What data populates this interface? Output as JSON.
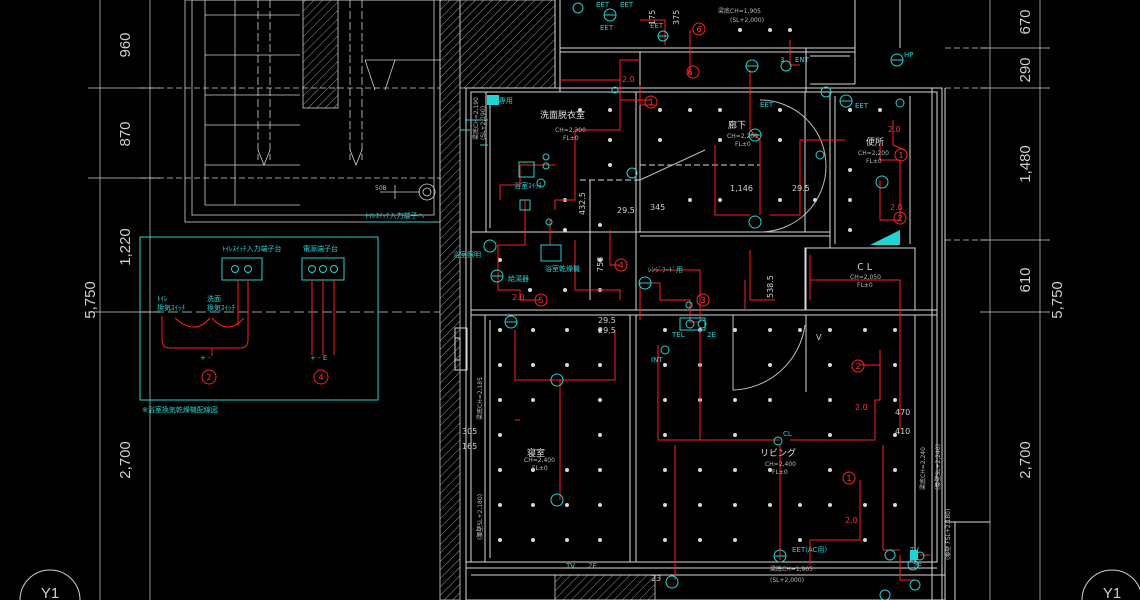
{
  "dimensions": {
    "left": {
      "total": "5,750",
      "d1": "960",
      "d2": "870",
      "d3": "1,220",
      "d4": "2,700"
    },
    "right": {
      "total": "5,750",
      "d1": "670",
      "d2": "290",
      "d3": "1,480",
      "d4": "610",
      "d5": "2,700"
    },
    "inner": {
      "d_1146": "1,146",
      "d_29a": "29.5",
      "d_29b": "29.5",
      "d_29c": "29.5",
      "d_29d": "29.5",
      "d_345": "345",
      "d_432": "432.5",
      "d_758": "758",
      "d_538": "538.5",
      "d_470": "470",
      "d_410": "410",
      "d_305": "305",
      "d_165": "165",
      "d_23": "23",
      "d_175": "175",
      "d_375": "375"
    }
  },
  "grid": {
    "bubble_left": "Y1",
    "bubble_right": "Y1"
  },
  "rooms": {
    "washroom": {
      "name": "洗面脱衣室",
      "ch": "CH=2,300",
      "fl": "FL±0"
    },
    "hallway": {
      "name": "廊下",
      "ch": "CH=2,200",
      "fl": "FL±0"
    },
    "toilet": {
      "name": "便所",
      "ch": "CH=2,200",
      "fl": "FL±0"
    },
    "closet": {
      "name": "ＣＬ",
      "ch": "CH=2,050",
      "fl": "FL±0"
    },
    "bedroom": {
      "name": "寝室",
      "ch": "CH=2,400",
      "fl": "FL±0"
    },
    "living": {
      "name": "リビング",
      "ch": "CH=2,400",
      "fl": "FL±0"
    },
    "top": {
      "line1": "梁底CH=1,905",
      "line2": "(SL+2,000)"
    },
    "bottom": {
      "line1": "梁底CH=1,965",
      "line2": "(SL+2,000)"
    }
  },
  "labels": {
    "bath_switch": "浴室ｽｲｯﾁ",
    "bath_dryer": "浴室乾燥機",
    "bath_light": "浴室照明",
    "water_heater": "給湯器",
    "range_hood": "ﾚﾝｼﾞﾌｰﾄﾞ用",
    "tel": "TEL",
    "int": "INT",
    "cl_marker": "CL",
    "eet": "EET",
    "eet_ac": "EET(AC用)",
    "ws_dedicated": "W専用",
    "toilet_terminal": "ﾄｲﾚｽｲｯﾁ入力端子へ",
    "ent": "ENT",
    "hp": "HP",
    "tv": "TV",
    "two_e": "2E",
    "fifty_b": "50B",
    "v_mark": "V",
    "three": "3",
    "val_20a": "2.0",
    "val_20b": "2.0",
    "val_20c": "2.0",
    "val_20d": "2.0",
    "val_20e": "2.0",
    "val_20f": "2.0"
  },
  "legend": {
    "toilet_input": "ﾄｲﾚｽｲｯﾁ入力端子台",
    "power_terminal": "電源端子台",
    "toilet_switch_l1": "ﾄｲﾚ",
    "toilet_switch_l2": "換気ｽｲｯﾁ",
    "wash_switch_l1": "洗面",
    "wash_switch_l2": "換気ｽｲｯﾁ",
    "pm_left": "+  -",
    "pm_right": "+  -  E",
    "circle2": "2",
    "circle4": "4",
    "note": "※浴室換気乾燥機配線図"
  },
  "circuit_numbers": [
    "1",
    "2",
    "3",
    "4",
    "5",
    "6"
  ],
  "wall_notes": {
    "w1": "梁底CH=2,190",
    "w2": "(SL+2,190)",
    "w3": "梁底CH=2,185",
    "w4": "梁底CH=2,240",
    "w5": "(腰壁SL+2,240)",
    "w6": "(腰壁SL+2,180)",
    "w7": "(腰壁 FSL+2,180)"
  }
}
